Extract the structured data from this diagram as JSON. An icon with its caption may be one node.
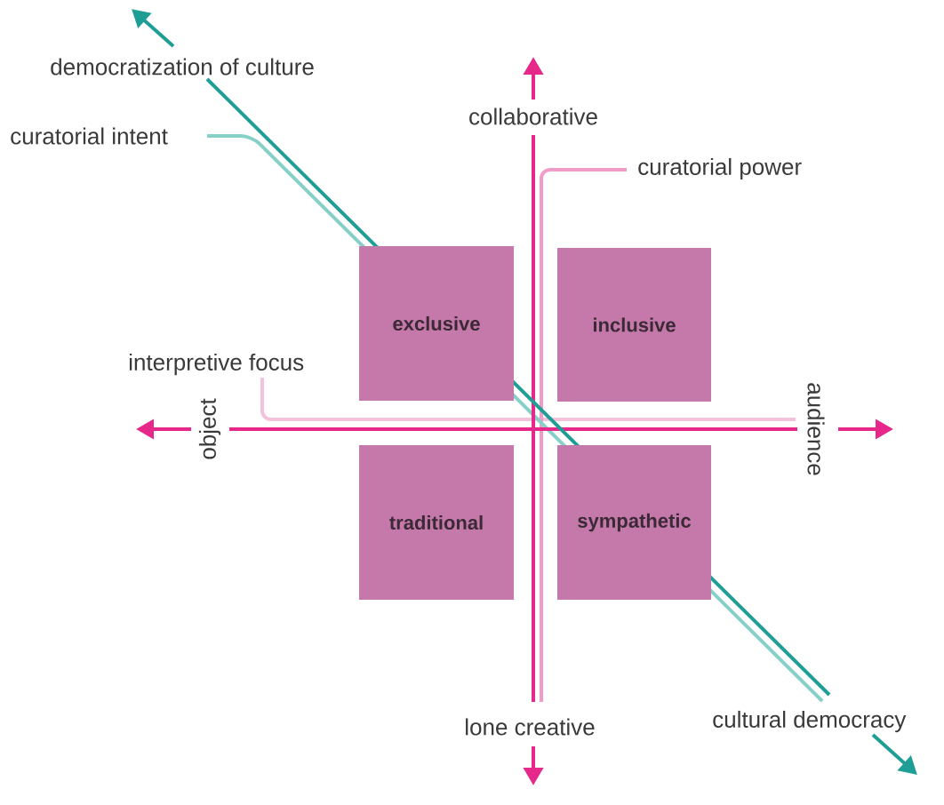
{
  "diagram": {
    "nodes": [
      {
        "text": [
          "exclusive"
        ]
      },
      {
        "text": [
          "inclusive"
        ]
      },
      {
        "text": [
          "traditional"
        ]
      },
      {
        "text": [
          "sympathetic"
        ]
      }
    ],
    "labels": [
      "democratization of culture",
      "collaborative",
      "curatorial intent",
      "curatorial power",
      "interpretive focus",
      "object",
      "audience",
      "lone creative",
      "cultural democracy"
    ]
  }
}
